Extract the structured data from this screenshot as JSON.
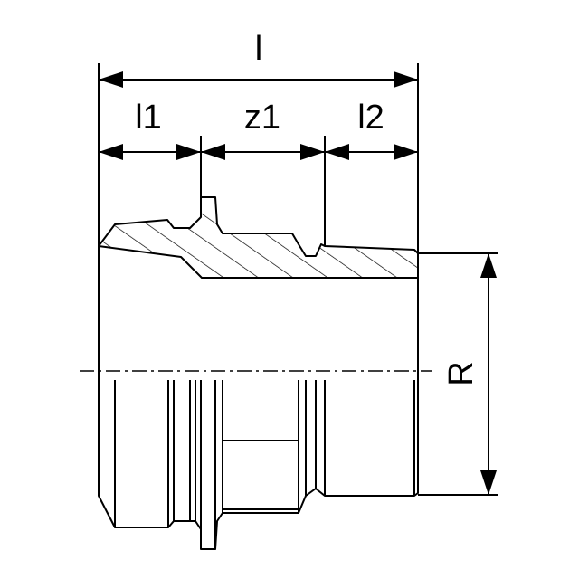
{
  "diagram": {
    "labels": {
      "overall_length": "l",
      "left_length": "l1",
      "middle_length": "z1",
      "right_length": "l2",
      "thread_size": "R"
    },
    "colors": {
      "stroke": "#000000",
      "background": "#ffffff"
    }
  }
}
